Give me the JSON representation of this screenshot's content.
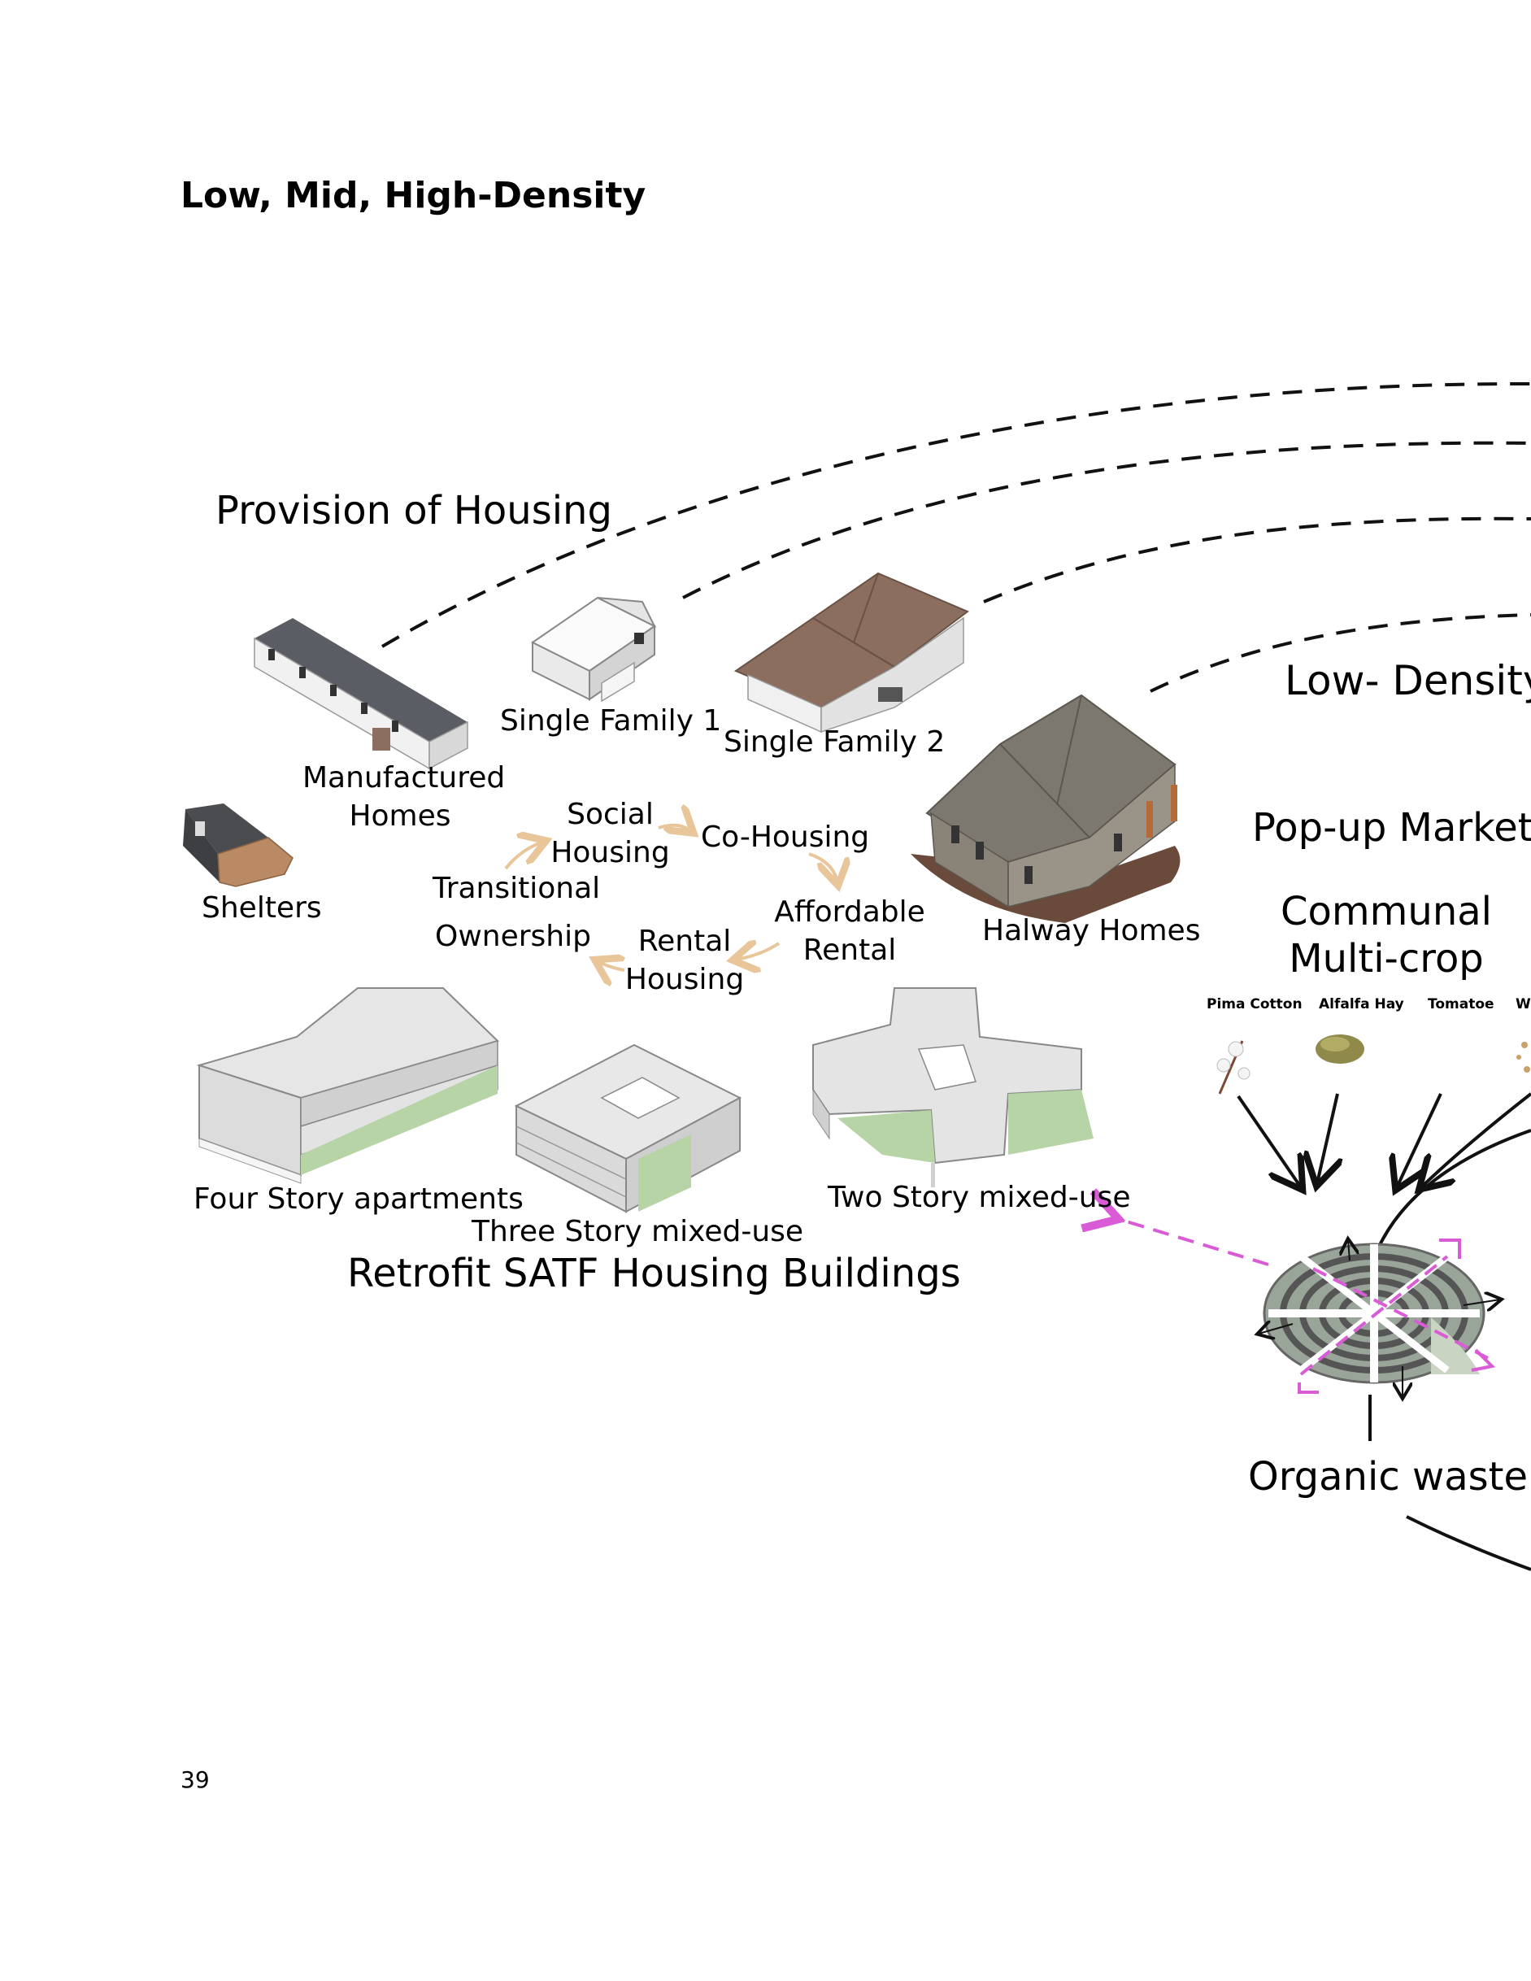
{
  "page_heading": "Low, Mid, High-Density",
  "page_number": "39",
  "housing": {
    "section_title": "Provision of Housing",
    "types": {
      "manufactured": [
        "Manufactured",
        "Homes"
      ],
      "single_family_1": "Single Family 1",
      "single_family_2": "Single Family 2",
      "shelters": "Shelters",
      "halfway": "Halway Homes"
    },
    "cycle": {
      "social": [
        "Social",
        "Housing"
      ],
      "cohousing": "Co-Housing",
      "transitional": "Transitional",
      "ownership": "Ownership",
      "rental": [
        "Rental",
        "Housing"
      ],
      "affordable": [
        "Affordable",
        "Rental"
      ]
    }
  },
  "retrofit": {
    "title": "Retrofit SATF Housing Buildings",
    "four_story": "Four Story apartments",
    "three_story": "Three Story mixed-use",
    "two_story": "Two Story mixed-use"
  },
  "right_panel": {
    "low_density": "Low- Density",
    "popup_market": "Pop-up Market",
    "communal": [
      "Communal",
      "Multi-crop"
    ],
    "crops": [
      "Pima Cotton",
      "Alfalfa Hay",
      "Tomatoe",
      "W"
    ],
    "organic_waste": "Organic waste"
  },
  "colors": {
    "accent_pink": "#d95bd6",
    "arrow_tan": "#e8c69a",
    "roof_gray": "#5a5d63",
    "massing_gray": "#dedede",
    "massing_green": "#b7d4a7",
    "house_brown": "#8c6e5e"
  }
}
